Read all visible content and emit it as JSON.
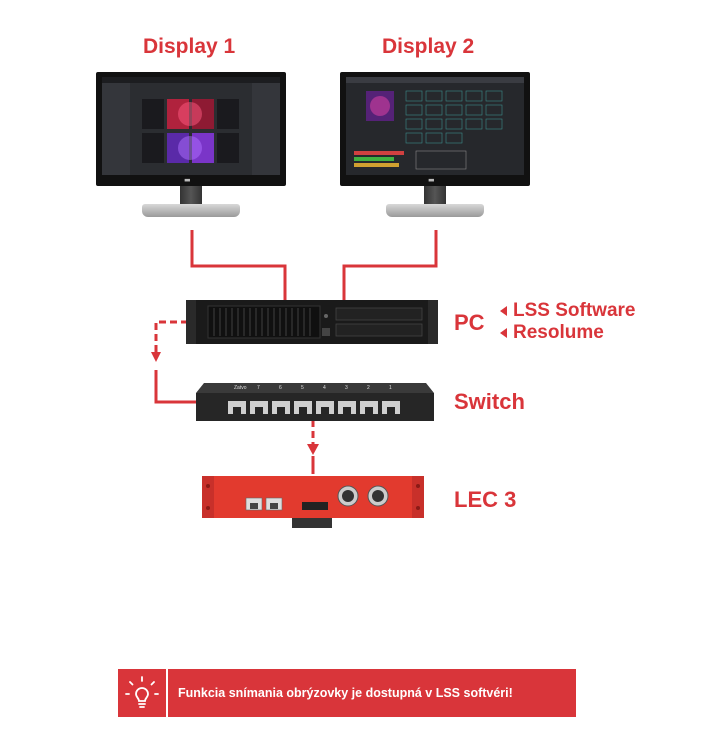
{
  "displays": [
    {
      "label": "Display 1"
    },
    {
      "label": "Display 2"
    }
  ],
  "nodes": {
    "pc": {
      "label": "PC",
      "software": [
        "LSS Software",
        "Resolume"
      ]
    },
    "switch": {
      "label": "Switch",
      "brand": "Zatvo",
      "port_numbers": [
        "7",
        "6",
        "5",
        "4",
        "3",
        "2",
        "1"
      ]
    },
    "lec": {
      "label": "LEC 3"
    }
  },
  "notice": {
    "text": "Funkcia snímania obrýzovky je dostupná v LSS softvéri!",
    "icon": "lightbulb-icon"
  },
  "colors": {
    "accent": "#d9353a",
    "switch_body": "#2a2a2a",
    "lec_body": "#e23a2e"
  }
}
